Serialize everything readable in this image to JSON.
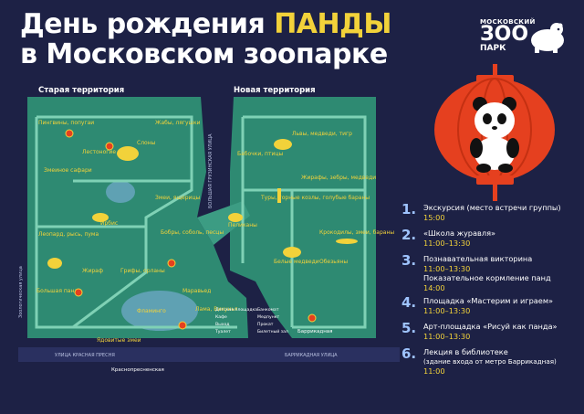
{
  "title": {
    "line1_prefix": "День рождения ",
    "line1_highlight": "ПАНДЫ",
    "line2": "в Московском зоопарке"
  },
  "logo": {
    "top": "МОСКОВСКИЙ",
    "big": "ЗОО",
    "bottom": "ПАРК",
    "icon": "bear-logo-icon"
  },
  "colors": {
    "background": "#1d2145",
    "accent": "#f2d23a",
    "map": "#2e8a72",
    "path": "#7fd1b5",
    "lantern": "#e5401f",
    "number": "#9fc4ff"
  },
  "map": {
    "old_territory": "Старая территория",
    "new_territory": "Новая территория",
    "labels": [
      "Пингвины, попугаи",
      "Жабы, лягушки",
      "Лестоногие",
      "Слоны",
      "Змеиное сафари",
      "Змеи, ящерицы",
      "Ирбис",
      "Леопард, рысь, пума",
      "Бобры, соболь, песцы",
      "Жираф",
      "Грифы, орланы",
      "Большая панда",
      "Фламинго",
      "Ядовитые змеи",
      "Пеликаны",
      "Бабочки, птицы",
      "Львы, медведи, тигр",
      "Жирафы, зебры, медведи",
      "Туры, горные козлы, голубые бараны",
      "Белые медведи",
      "Крокодилы, змеи, бараны",
      "Обезьяны",
      "Лама, Викунья",
      "Маравьед"
    ],
    "streets": [
      "УЛИЦА КРАСНАЯ ПРЕСНЯ",
      "БАРРИКАДНАЯ УЛИЦА",
      "БОЛЬШАЯ ГРУЗИНСКАЯ УЛИЦА",
      "Зоологическая улица"
    ],
    "metro": [
      "Краснопресненская",
      "Баррикадная"
    ],
    "legend": [
      "Детская площадка",
      "Кафе",
      "Выход",
      "Туалет",
      "Банкомат",
      "Медпункт",
      "Прокат",
      "Билетный зал"
    ]
  },
  "schedule": [
    {
      "num": "1.",
      "name": "Экскурсия (место встречи группы)",
      "time": "15:00"
    },
    {
      "num": "2.",
      "name": "«Школа журавля»",
      "time": "11:00–13:30"
    },
    {
      "num": "3.",
      "name": "Познавательная викторина",
      "time": "11:00–13:30",
      "name2": "Показательное кормление панд",
      "time2": "14:00"
    },
    {
      "num": "4.",
      "name": "Площадка «Мастерим и играем»",
      "time": "11:00–13:30"
    },
    {
      "num": "5.",
      "name": "Арт-площадка «Рисуй как панда»",
      "time": "11:00–13:30"
    },
    {
      "num": "6.",
      "name": "Лекция в библиотеке",
      "sub": "(здание входа от метро Баррикадная)",
      "time": "11:00"
    }
  ]
}
